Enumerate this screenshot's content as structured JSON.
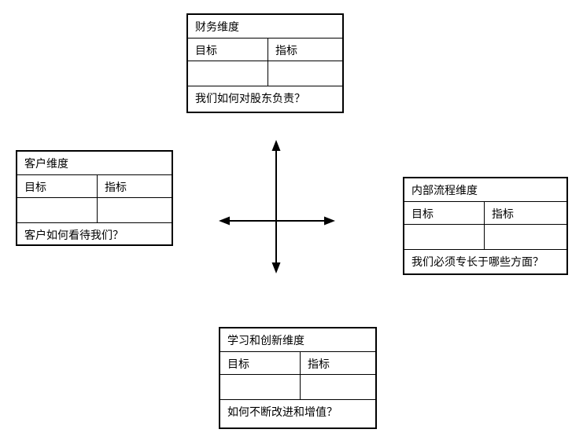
{
  "colors": {
    "background": "#ffffff",
    "line": "#000000",
    "text": "#000000"
  },
  "boxes": [
    {
      "id": "financial",
      "title": "财务维度",
      "goal_label": "目标",
      "indicator_label": "指标",
      "goal_value": "",
      "indicator_value": "",
      "question": "我们如何对股东负责？"
    },
    {
      "id": "customer",
      "title": "客户维度",
      "goal_label": "目标",
      "indicator_label": "指标",
      "goal_value": "",
      "indicator_value": "",
      "question": "客户如何看待我们？"
    },
    {
      "id": "internal-process",
      "title": "内部流程维度",
      "goal_label": "目标",
      "indicator_label": "指标",
      "goal_value": "",
      "indicator_value": "",
      "question": "我们必须专长于哪些方面？"
    },
    {
      "id": "learning-innovation",
      "title": "学习和创新维度",
      "goal_label": "目标",
      "indicator_label": "指标",
      "goal_value": "",
      "indicator_value": "",
      "question": "如何不断改进和增值？"
    }
  ],
  "axes": {
    "description": "cross-double-arrows"
  }
}
